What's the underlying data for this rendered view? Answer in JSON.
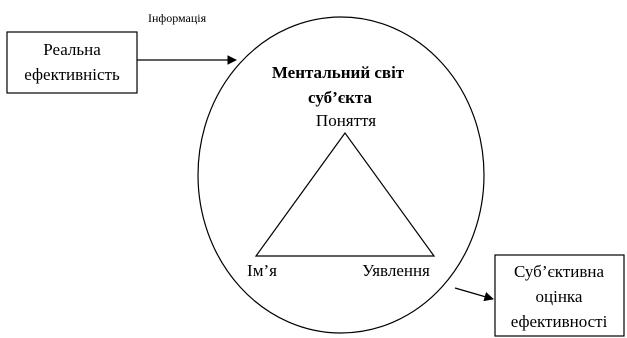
{
  "input_box": {
    "line1": "Реальна",
    "line2": "ефективність"
  },
  "arrow_label": "Інформація",
  "circle": {
    "title_line1": "Ментальний світ",
    "title_line2": "суб’єкта"
  },
  "triangle": {
    "top": "Поняття",
    "bottom_left": "Ім’я",
    "bottom_right": "Уявлення"
  },
  "output_box": {
    "line1": "Суб’єктивна",
    "line2": "оцінка",
    "line3": "ефективності"
  },
  "colors": {
    "stroke": "#000000",
    "background": "#ffffff"
  }
}
